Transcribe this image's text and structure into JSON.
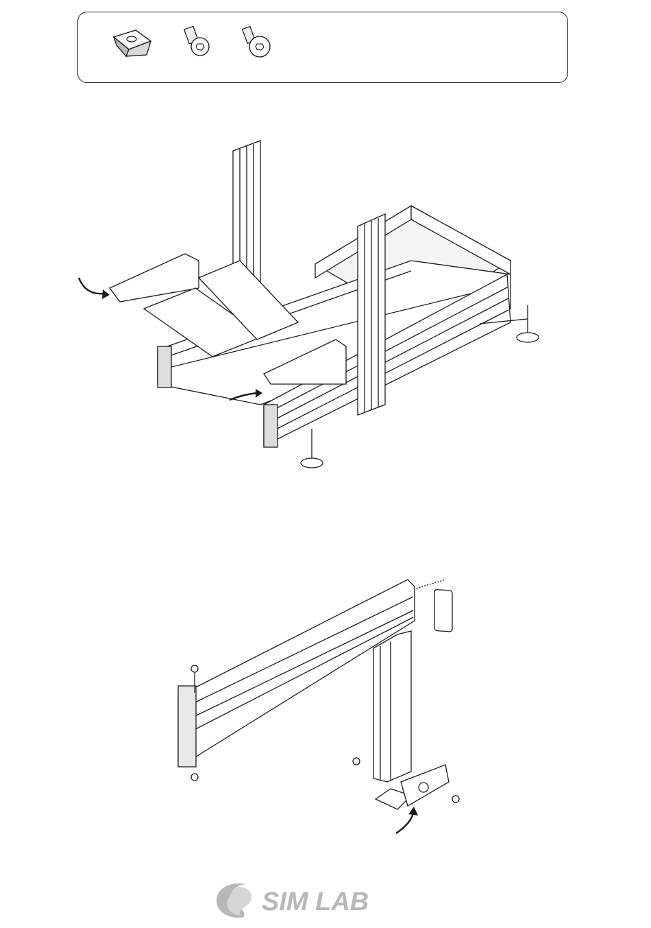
{
  "page": {
    "parts": [
      {
        "name": "t-slot-nut"
      },
      {
        "name": "socket-head-cap-screw"
      },
      {
        "name": "countersunk-screw"
      }
    ],
    "logo": {
      "text": "SIM LAB",
      "color": "#b8b8b8"
    },
    "line_color": "#1a1a1a"
  }
}
